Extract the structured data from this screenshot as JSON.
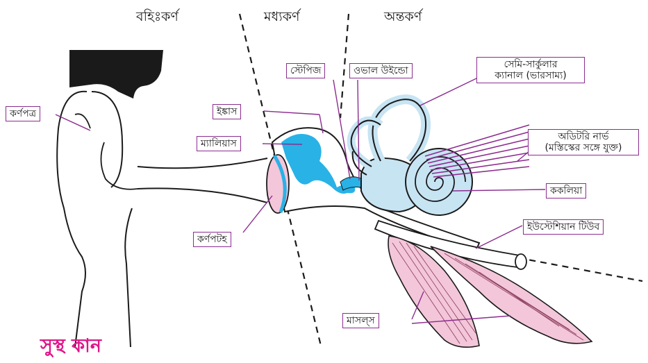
{
  "headers": {
    "outer": "বহিঃকর্ণ",
    "middle": "মধ্যকর্ণ",
    "inner": "অন্তকর্ণ"
  },
  "labels": {
    "pinna": "কর্ণপত্র",
    "incus": "ইঙ্কাস",
    "malleus": "ম্যালিয়াস",
    "eardrum": "কর্ণপটহ",
    "stapes": "স্টেপিজ",
    "oval_window": "ওভাল উইন্ডো",
    "semicircular_line1": "সেমি-সার্কুলার",
    "semicircular_line2": "ক্যানাল (ভারসাম্য)",
    "auditory_line1": "অডিটরি নার্ভ",
    "auditory_line2": "(মস্তিস্কের সঙ্গে যুক্ত)",
    "cochlea": "ককলিয়া",
    "eustachian": "ইউস্টেশিয়ান টিউব",
    "muscles": "মাসল্স"
  },
  "title": "সুস্থ কান",
  "colors": {
    "leader": "#8b2c8f",
    "ossicle_blue": "#29b2e6",
    "inner_ear_blue": "#c7e4f3",
    "muscle_pink": "#f3c6d9",
    "nerve_purple": "#8d2a8f",
    "title_pink": "#e0168a"
  }
}
